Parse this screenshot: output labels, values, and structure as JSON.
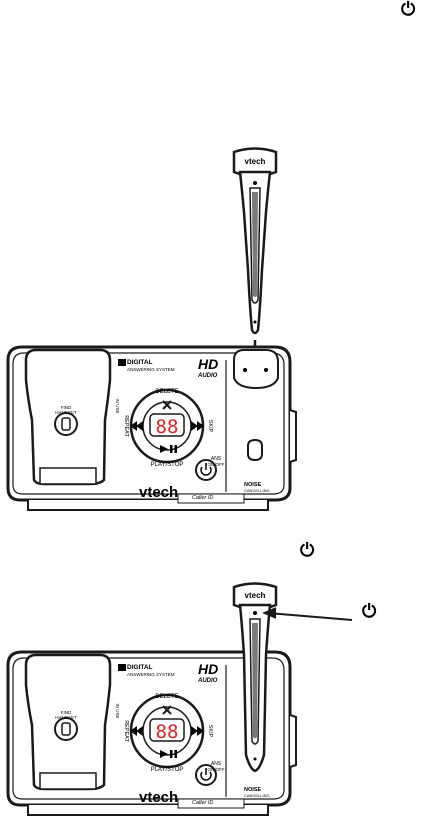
{
  "power_symbol": "⏻",
  "brand": "vtech",
  "base": {
    "logo_line1": "DIGITAL",
    "logo_line2": "ANSWERING SYSTEM",
    "hd_line1": "HD",
    "hd_line2": "AUDIO",
    "delete_label": "DELETE",
    "repeat_label": "REPEAT",
    "skip_label": "SKIP",
    "play_stop_label": "PLAY/STOP",
    "display_digits": "88",
    "ans_label_line1": "ANS",
    "ans_label_line2": "ON/OFF",
    "find_handset_line1": "FIND",
    "find_handset_line2": "HANDSET",
    "in_use_label": "IN USE",
    "caller_id_text": "Caller ID",
    "noise_line1": "NOISE",
    "noise_line2": "CANCELLING"
  },
  "headset_brand": "vtech",
  "colors": {
    "display_digits": "#e0222a",
    "outline": "#1a1a1a"
  }
}
